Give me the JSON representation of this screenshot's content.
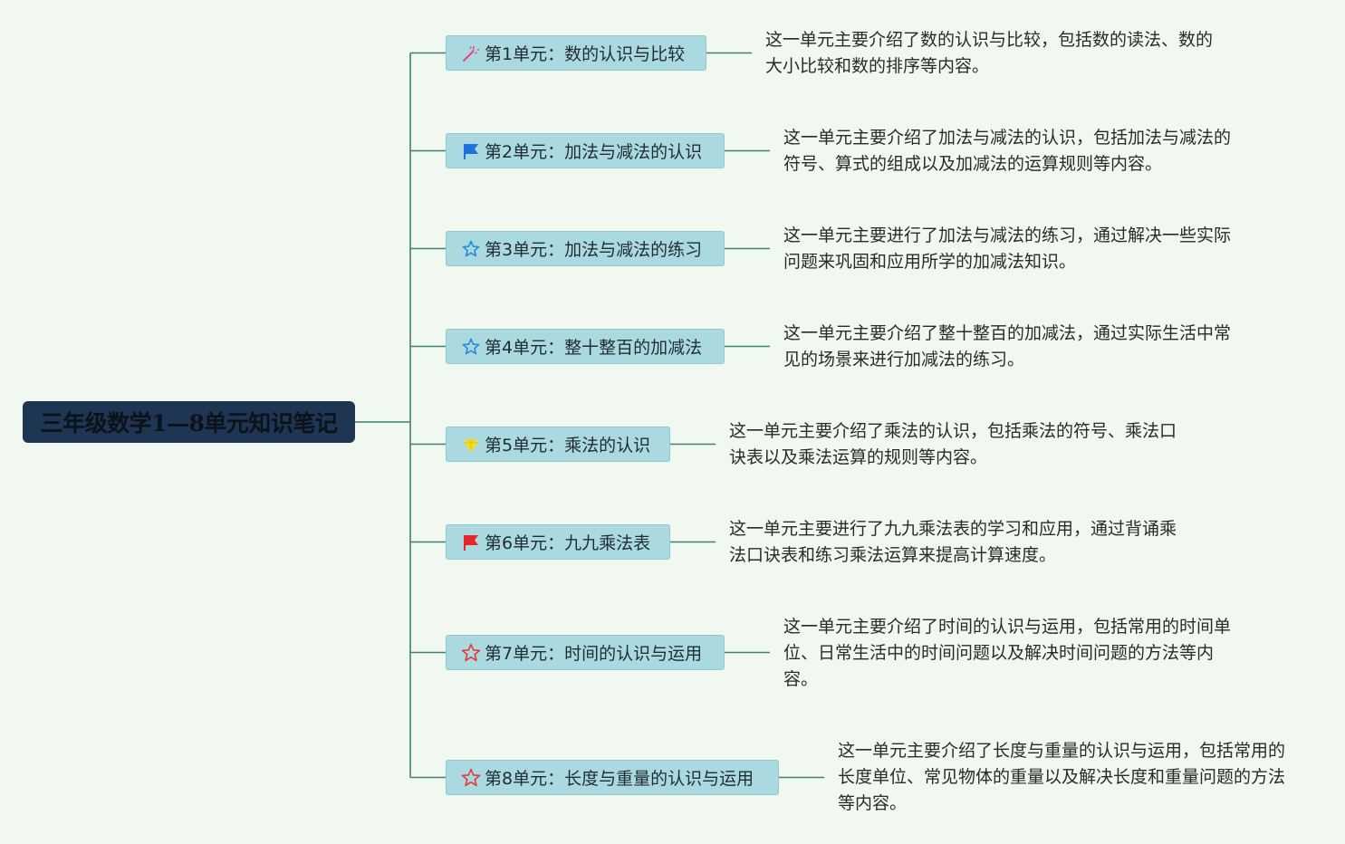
{
  "root": {
    "title": "三年级数学1—8单元知识笔记"
  },
  "units": [
    {
      "label": "第1单元：数的认识与比较",
      "icon": "magic-wand-icon",
      "icon_color": "#e0457b",
      "description": "这一单元主要介绍了数的认识与比较，包括数的读法、数的大小比较和数的排序等内容。"
    },
    {
      "label": "第2单元：加法与减法的认识",
      "icon": "blue-flag-icon",
      "icon_color": "#1e73d8",
      "description": "这一单元主要介绍了加法与减法的认识，包括加法与减法的符号、算式的组成以及加减法的运算规则等内容。"
    },
    {
      "label": "第3单元：加法与减法的练习",
      "icon": "blue-star-outline-icon",
      "icon_color": "#2a8ad8",
      "description": "这一单元主要进行了加法与减法的练习，通过解决一些实际问题来巩固和应用所学的加减法知识。"
    },
    {
      "label": "第4单元：整十整百的加减法",
      "icon": "blue-star-outline-icon",
      "icon_color": "#2a8ad8",
      "description": "这一单元主要介绍了整十整百的加减法，通过实际生活中常见的场景来进行加减法的练习。"
    },
    {
      "label": "第5单元：乘法的认识",
      "icon": "yellow-gem-icon",
      "icon_color": "#f3dd26",
      "description": "这一单元主要介绍了乘法的认识，包括乘法的符号、乘法口诀表以及乘法运算的规则等内容。"
    },
    {
      "label": "第6单元：九九乘法表",
      "icon": "red-flag-icon",
      "icon_color": "#e8262a",
      "description": "这一单元主要进行了九九乘法表的学习和应用，通过背诵乘法口诀表和练习乘法运算来提高计算速度。"
    },
    {
      "label": "第7单元：时间的认识与运用",
      "icon": "red-star-outline-icon",
      "icon_color": "#e23b3b",
      "description": "这一单元主要介绍了时间的认识与运用，包括常用的时间单位、日常生活中的时间问题以及解决时间问题的方法等内容。"
    },
    {
      "label": "第8单元：长度与重量的认识与运用",
      "icon": "red-star-outline-icon",
      "icon_color": "#e23b3b",
      "description": "这一单元主要介绍了长度与重量的认识与运用，包括常用的长度单位、常见物体的重量以及解决长度和重量问题的方法等内容。"
    }
  ],
  "colors": {
    "background": "#f0f8f0",
    "root_fill": "#1e3554",
    "unit_fill": "#aadae0",
    "connector": "#3e7f76"
  }
}
